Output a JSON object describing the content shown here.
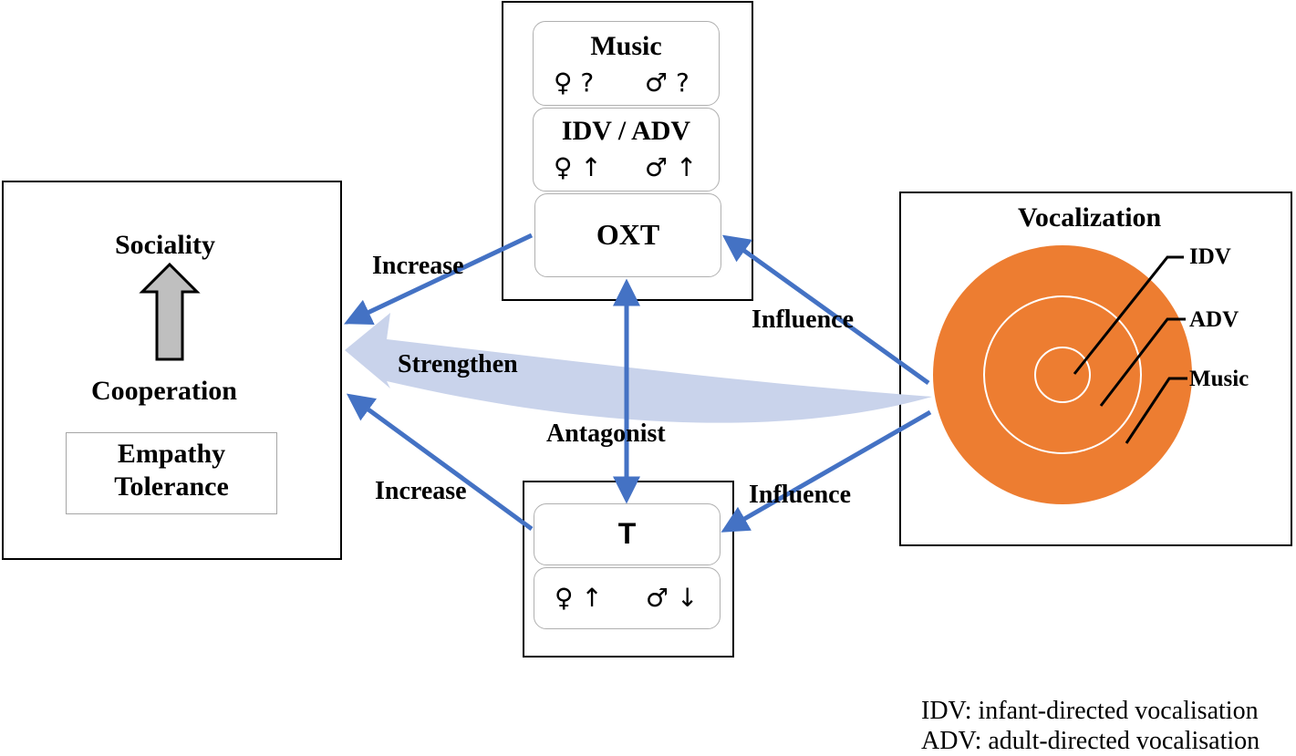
{
  "sociality_box": {
    "sociality": "Sociality",
    "cooperation": "Cooperation",
    "empathy": "Empathy",
    "tolerance": "Tolerance"
  },
  "oxt_box": {
    "music": {
      "title": "Music",
      "female": "♀?",
      "male": "♂?"
    },
    "idv_adv": {
      "title": "IDV / ADV",
      "female": "♀↑",
      "male": "♂↑"
    },
    "oxt": "OXT"
  },
  "t_box": {
    "t": "T",
    "female": "♀↑",
    "male": "♂↓"
  },
  "vocalization_box": {
    "title": "Vocalization",
    "idv": "IDV",
    "adv": "ADV",
    "music": "Music",
    "circle_color": "#ED7D31"
  },
  "labels": {
    "increase_top": "Increase",
    "increase_bottom": "Increase",
    "strengthen": "Strengthen",
    "antagonist": "Antagonist",
    "influence_top": "Influence",
    "influence_bottom": "Influence"
  },
  "legend": {
    "idv": "IDV: infant-directed vocalisation",
    "adv": "ADV: adult-directed vocalisation"
  },
  "colors": {
    "arrow": "#4472C4",
    "strengthen_arrow": "#C9D3EB",
    "sociality_arrow_fill": "#BFBFBF"
  }
}
